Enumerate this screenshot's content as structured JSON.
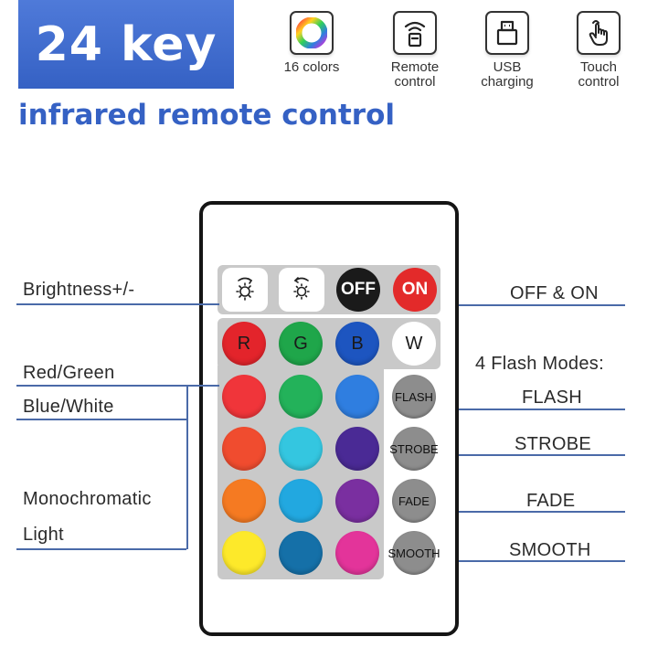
{
  "header": {
    "title": "24 key",
    "subtitle": "infrared remote control",
    "features": [
      {
        "icon": "color-wheel-icon",
        "label_line1": "16 colors",
        "label_line2": ""
      },
      {
        "icon": "remote-signal-icon",
        "label_line1": "Remote",
        "label_line2": "control"
      },
      {
        "icon": "usb-plug-icon",
        "label_line1": "USB",
        "label_line2": "charging"
      },
      {
        "icon": "touch-hand-icon",
        "label_line1": "Touch",
        "label_line2": "control"
      }
    ]
  },
  "remote": {
    "off_label": "OFF",
    "on_label": "ON",
    "r_label": "R",
    "g_label": "G",
    "b_label": "B",
    "w_label": "W",
    "modes": [
      "FLASH",
      "STROBE",
      "FADE",
      "SMOOTH"
    ],
    "colors": {
      "r": "#e3242b",
      "g": "#1fa64a",
      "b": "#1d55c0",
      "row1": [
        "#f0353a",
        "#23b25a",
        "#2f7ee0"
      ],
      "row2": [
        "#f04c2f",
        "#34c6e0",
        "#4a2a95"
      ],
      "row3": [
        "#f57a22",
        "#22a8e0",
        "#7a2fa0"
      ],
      "row4": [
        "#fde92a",
        "#1570a8",
        "#e3349a"
      ],
      "off_btn": "#1a1a1a",
      "on_btn": "#e32a2a"
    }
  },
  "callouts": {
    "brightness": "Brightness+/-",
    "red_green": "Red/Green",
    "blue_white": "Blue/White",
    "mono_1": "Monochromatic",
    "mono_2": "Light",
    "off_on": "OFF & ON",
    "flash_modes": "4 Flash Modes:",
    "flash": "FLASH",
    "strobe": "STROBE",
    "fade": "FADE",
    "smooth": "SMOOTH"
  },
  "accent_color": "#3561c4"
}
